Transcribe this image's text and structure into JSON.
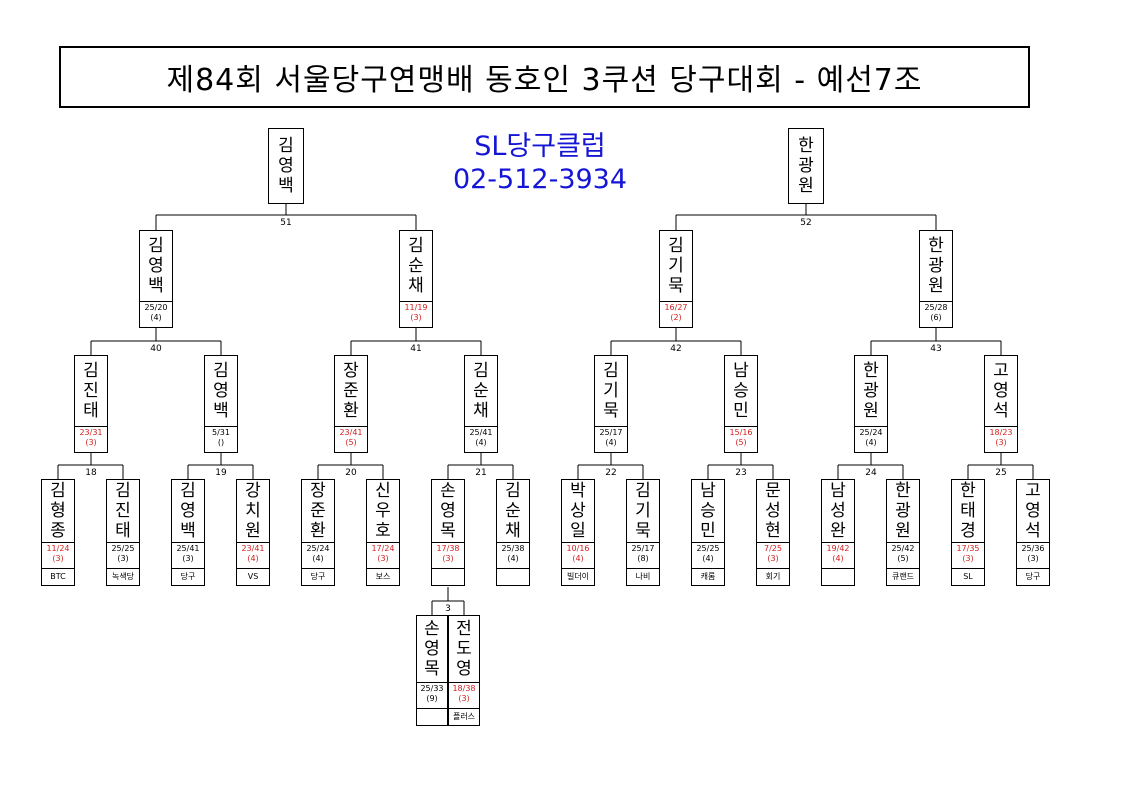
{
  "title": "제84회 서울당구연맹배 동호인 3쿠션 당구대회 - 예선7조",
  "club": {
    "name": "SL당구클럽",
    "phone": "02-512-3934"
  },
  "winners": [
    "김영백",
    "한광원"
  ],
  "match_labels": [
    "51",
    "52",
    "40",
    "41",
    "42",
    "43",
    "18",
    "19",
    "20",
    "21",
    "22",
    "23",
    "24",
    "25",
    "3"
  ],
  "r2": [
    {
      "name": "김영백",
      "s1": "25/20",
      "s2": "(4)",
      "win": false
    },
    {
      "name": "김순채",
      "s1": "11/19",
      "s2": "(3)",
      "win": true
    },
    {
      "name": "김기묵",
      "s1": "16/27",
      "s2": "(2)",
      "win": true
    },
    {
      "name": "한광원",
      "s1": "25/28",
      "s2": "(6)",
      "win": false
    }
  ],
  "r3": [
    {
      "name": "김진태",
      "s1": "23/31",
      "s2": "(3)",
      "win": true
    },
    {
      "name": "김영백",
      "s1": "5/31",
      "s2": "()",
      "win": false
    },
    {
      "name": "장준환",
      "s1": "23/41",
      "s2": "(5)",
      "win": true
    },
    {
      "name": "김순채",
      "s1": "25/41",
      "s2": "(4)",
      "win": false
    },
    {
      "name": "김기묵",
      "s1": "25/17",
      "s2": "(4)",
      "win": false
    },
    {
      "name": "남승민",
      "s1": "15/16",
      "s2": "(5)",
      "win": true
    },
    {
      "name": "한광원",
      "s1": "25/24",
      "s2": "(4)",
      "win": false
    },
    {
      "name": "고영석",
      "s1": "18/23",
      "s2": "(3)",
      "win": true
    }
  ],
  "r4": [
    {
      "name": "김형종",
      "s1": "11/24",
      "s2": "(3)",
      "win": true,
      "club": "BTC"
    },
    {
      "name": "김진태",
      "s1": "25/25",
      "s2": "(3)",
      "win": false,
      "club": "녹색당"
    },
    {
      "name": "김영백",
      "s1": "25/41",
      "s2": "(3)",
      "win": false,
      "club": "당구"
    },
    {
      "name": "강치원",
      "s1": "23/41",
      "s2": "(4)",
      "win": true,
      "club": "VS"
    },
    {
      "name": "장준환",
      "s1": "25/24",
      "s2": "(4)",
      "win": false,
      "club": "당구"
    },
    {
      "name": "신우호",
      "s1": "17/24",
      "s2": "(3)",
      "win": true,
      "club": "보스"
    },
    {
      "name": "손영목",
      "s1": "17/38",
      "s2": "(3)",
      "win": true,
      "club": ""
    },
    {
      "name": "김순채",
      "s1": "25/38",
      "s2": "(4)",
      "win": false,
      "club": ""
    },
    {
      "name": "박상일",
      "s1": "10/16",
      "s2": "(4)",
      "win": true,
      "club": "빌더이"
    },
    {
      "name": "김기묵",
      "s1": "25/17",
      "s2": "(8)",
      "win": false,
      "club": "나비"
    },
    {
      "name": "남승민",
      "s1": "25/25",
      "s2": "(4)",
      "win": false,
      "club": "캐롬"
    },
    {
      "name": "문성현",
      "s1": "7/25",
      "s2": "(3)",
      "win": true,
      "club": "회기"
    },
    {
      "name": "남성완",
      "s1": "19/42",
      "s2": "(4)",
      "win": true,
      "club": ""
    },
    {
      "name": "한광원",
      "s1": "25/42",
      "s2": "(5)",
      "win": false,
      "club": "큐랜드"
    },
    {
      "name": "한태경",
      "s1": "17/35",
      "s2": "(3)",
      "win": true,
      "club": "SL"
    },
    {
      "name": "고영석",
      "s1": "25/36",
      "s2": "(3)",
      "win": false,
      "club": "당구"
    }
  ],
  "r5": [
    {
      "name": "손영목",
      "s1": "25/33",
      "s2": "(9)",
      "win": false,
      "club": ""
    },
    {
      "name": "전도영",
      "s1": "18/38",
      "s2": "(3)",
      "win": true,
      "club": "플러스"
    }
  ],
  "colors": {
    "club_text": "#1515d6",
    "loss_score": "#d42020",
    "line": "#000000"
  }
}
